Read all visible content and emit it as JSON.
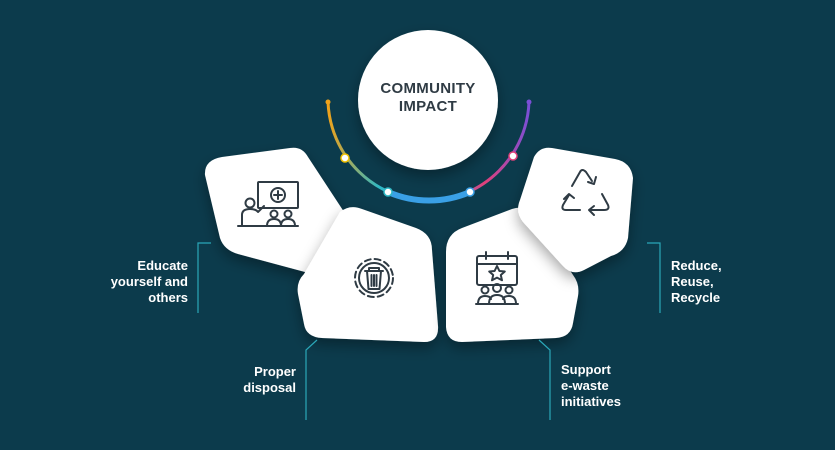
{
  "center": {
    "line1": "COMMUNITY",
    "line2": "IMPACT"
  },
  "items": [
    {
      "lines": [
        "Educate",
        "yourself and",
        "others"
      ],
      "icon": "teacher-presentation-icon"
    },
    {
      "lines": [
        "Proper",
        "disposal"
      ],
      "icon": "gear-trash-bin-icon"
    },
    {
      "lines": [
        "Support",
        "e-waste",
        "initiatives"
      ],
      "icon": "calendar-star-community-icon"
    },
    {
      "lines": [
        "Reduce,",
        "Reuse,",
        "Recycle"
      ],
      "icon": "recycle-icon"
    }
  ],
  "colors": {
    "background": "#0c3b4c",
    "card": "#ffffff",
    "connector": "#2aa7b8",
    "arc": [
      "#f0a21a",
      "#2fb8c4",
      "#3aa0e6",
      "#7b4fd6",
      "#e2407a"
    ]
  }
}
